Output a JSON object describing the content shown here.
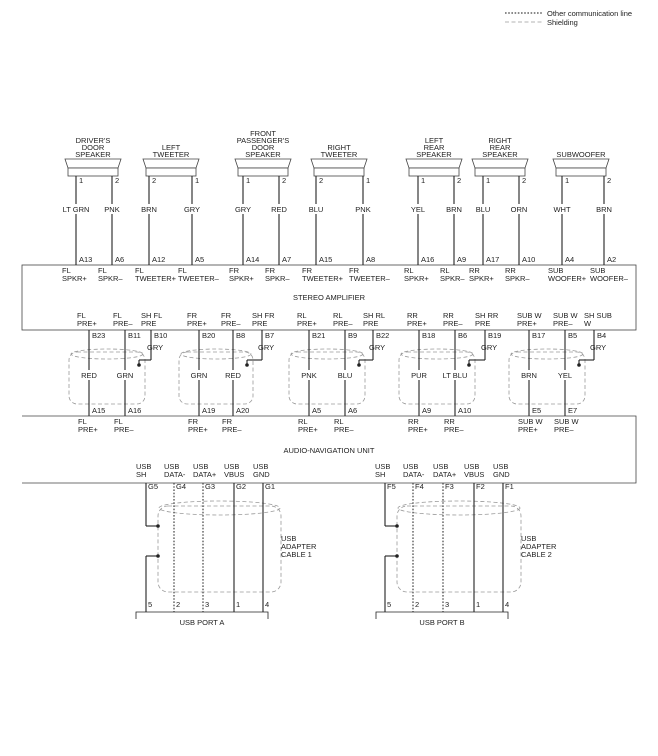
{
  "legend": {
    "comm_line": "Other communication line",
    "shielding": "Shielding"
  },
  "speakers": [
    {
      "lines": [
        "DRIVER'S",
        "DOOR",
        "SPEAKER"
      ],
      "pins": [
        "1",
        "2"
      ],
      "wires": [
        "LT GRN",
        "PNK"
      ],
      "terms": [
        "A13",
        "A6"
      ],
      "labels": [
        [
          "FL",
          "SPKR+"
        ],
        [
          "FL",
          "SPKR–"
        ]
      ]
    },
    {
      "lines": [
        "LEFT",
        "TWEETER"
      ],
      "pins": [
        "2",
        "1"
      ],
      "wires": [
        "BRN",
        "GRY"
      ],
      "terms": [
        "A12",
        "A5"
      ],
      "labels": [
        [
          "FL",
          "TWEETER+"
        ],
        [
          "FL",
          "TWEETER–"
        ]
      ]
    },
    {
      "lines": [
        "FRONT",
        "PASSENGER'S",
        "DOOR",
        "SPEAKER"
      ],
      "pins": [
        "1",
        "2"
      ],
      "wires": [
        "GRY",
        "RED"
      ],
      "terms": [
        "A14",
        "A7"
      ],
      "labels": [
        [
          "FR",
          "SPKR+"
        ],
        [
          "FR",
          "SPKR–"
        ]
      ]
    },
    {
      "lines": [
        "RIGHT",
        "TWEETER"
      ],
      "pins": [
        "2",
        "1"
      ],
      "wires": [
        "BLU",
        "PNK"
      ],
      "terms": [
        "A15",
        "A8"
      ],
      "labels": [
        [
          "FR",
          "TWEETER+"
        ],
        [
          "FR",
          "TWEETER–"
        ]
      ]
    },
    {
      "lines": [
        "LEFT",
        "REAR",
        "SPEAKER"
      ],
      "pins": [
        "1",
        "2"
      ],
      "wires": [
        "YEL",
        "BRN"
      ],
      "terms": [
        "A16",
        "A9"
      ],
      "labels": [
        [
          "RL",
          "SPKR+"
        ],
        [
          "RL",
          "SPKR–"
        ]
      ]
    },
    {
      "lines": [
        "RIGHT",
        "REAR",
        "SPEAKER"
      ],
      "pins": [
        "1",
        "2"
      ],
      "wires": [
        "BLU",
        "ORN"
      ],
      "terms": [
        "A17",
        "A10"
      ],
      "labels": [
        [
          "RR",
          "SPKR+"
        ],
        [
          "RR",
          "SPKR–"
        ]
      ]
    },
    {
      "lines": [
        "SUBWOOFER"
      ],
      "pins": [
        "1",
        "2"
      ],
      "wires": [
        "WHT",
        "BRN"
      ],
      "terms": [
        "A4",
        "A2"
      ],
      "labels": [
        [
          "SUB",
          "WOOFER+"
        ],
        [
          "SUB",
          "WOOFER–"
        ]
      ]
    }
  ],
  "stereo_amplifier": {
    "title": "STEREO AMPLIFIER",
    "bottom_labels": [
      [
        "FL",
        "PRE+"
      ],
      [
        "FL",
        "PRE–"
      ],
      [
        "SH FL",
        "PRE"
      ],
      [
        "FR",
        "PRE+"
      ],
      [
        "FR",
        "PRE–"
      ],
      [
        "SH FR",
        "PRE"
      ],
      [
        "RL",
        "PRE+"
      ],
      [
        "RL",
        "PRE–"
      ],
      [
        "SH RL",
        "PRE"
      ],
      [
        "RR",
        "PRE+"
      ],
      [
        "RR",
        "PRE–"
      ],
      [
        "SH RR",
        "PRE"
      ],
      [
        "SUB W",
        "PRE+"
      ],
      [
        "SUB W",
        "PRE–"
      ],
      [
        "SH SUB",
        "W"
      ]
    ]
  },
  "channels": [
    {
      "terms": [
        "B23",
        "B11",
        "B10"
      ],
      "shield_wire": "GRY",
      "wires": [
        "RED",
        "GRN"
      ],
      "unit_terms": [
        "A15",
        "A16"
      ],
      "unit_labels": [
        [
          "FL",
          "PRE+"
        ],
        [
          "FL",
          "PRE–"
        ]
      ]
    },
    {
      "terms": [
        "B20",
        "B8",
        "B7"
      ],
      "shield_wire": "GRY",
      "wires": [
        "GRN",
        "RED"
      ],
      "unit_terms": [
        "A19",
        "A20"
      ],
      "unit_labels": [
        [
          "FR",
          "PRE+"
        ],
        [
          "FR",
          "PRE–"
        ]
      ]
    },
    {
      "terms": [
        "B21",
        "B9",
        "B22"
      ],
      "shield_wire": "GRY",
      "wires": [
        "PNK",
        "BLU"
      ],
      "unit_terms": [
        "A5",
        "A6"
      ],
      "unit_labels": [
        [
          "RL",
          "PRE+"
        ],
        [
          "RL",
          "PRE–"
        ]
      ]
    },
    {
      "terms": [
        "B18",
        "B6",
        "B19"
      ],
      "shield_wire": "GRY",
      "wires": [
        "PUR",
        "LT BLU"
      ],
      "unit_terms": [
        "A9",
        "A10"
      ],
      "unit_labels": [
        [
          "RR",
          "PRE+"
        ],
        [
          "RR",
          "PRE–"
        ]
      ]
    },
    {
      "terms": [
        "B17",
        "B5",
        "B4"
      ],
      "shield_wire": "GRY",
      "wires": [
        "BRN",
        "YEL"
      ],
      "unit_terms": [
        "E5",
        "E7"
      ],
      "unit_labels": [
        [
          "SUB W",
          "PRE+"
        ],
        [
          "SUB W",
          "PRE–"
        ]
      ]
    }
  ],
  "audio_nav_unit": {
    "title": "AUDIO-NAVIGATION UNIT"
  },
  "usb_ports": [
    {
      "port_label": "USB PORT A",
      "cable_lines": [
        "USB",
        "ADAPTER",
        "CABLE 1"
      ],
      "pins": [
        {
          "labels": [
            "USB",
            "SH"
          ],
          "term": "G5",
          "port_pin": "5"
        },
        {
          "labels": [
            "USB",
            "DATA-"
          ],
          "term": "G4",
          "port_pin": "2"
        },
        {
          "labels": [
            "USB",
            "DATA+"
          ],
          "term": "G3",
          "port_pin": "3"
        },
        {
          "labels": [
            "USB",
            "VBUS"
          ],
          "term": "G2",
          "port_pin": "1"
        },
        {
          "labels": [
            "USB",
            "GND"
          ],
          "term": "G1",
          "port_pin": "4"
        }
      ]
    },
    {
      "port_label": "USB PORT B",
      "cable_lines": [
        "USB",
        "ADAPTER",
        "CABLE 2"
      ],
      "pins": [
        {
          "labels": [
            "USB",
            "SH"
          ],
          "term": "F5",
          "port_pin": "5"
        },
        {
          "labels": [
            "USB",
            "DATA-"
          ],
          "term": "F4",
          "port_pin": "2"
        },
        {
          "labels": [
            "USB",
            "DATA+"
          ],
          "term": "F3",
          "port_pin": "3"
        },
        {
          "labels": [
            "USB",
            "VBUS"
          ],
          "term": "F2",
          "port_pin": "1"
        },
        {
          "labels": [
            "USB",
            "GND"
          ],
          "term": "F1",
          "port_pin": "4"
        }
      ]
    }
  ]
}
